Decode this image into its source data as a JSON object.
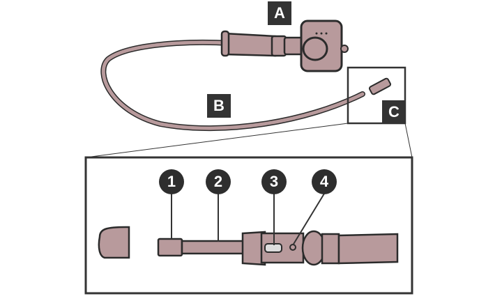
{
  "labels": {
    "a": "A",
    "b": "B",
    "c": "C"
  },
  "callouts": [
    "1",
    "2",
    "3",
    "4"
  ],
  "colors": {
    "body": "#b89a9c",
    "outline": "#2b2b2b",
    "label_bg": "#333333"
  }
}
